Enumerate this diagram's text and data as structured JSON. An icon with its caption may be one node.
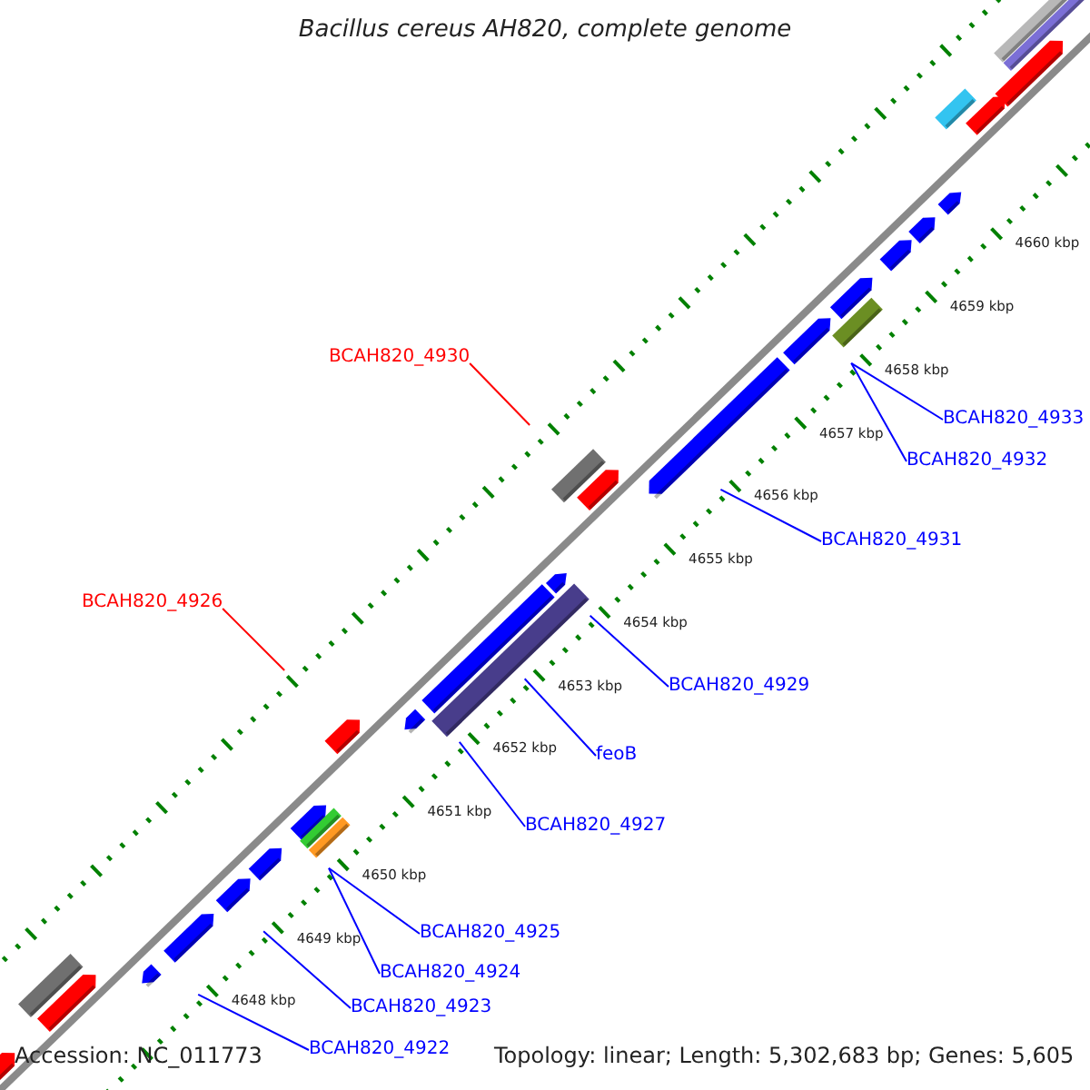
{
  "diagram": {
    "title": "Bacillus cereus AH820, complete genome",
    "nodes": [
      {
        "text": [
          "BCAH820_4930"
        ]
      },
      {
        "text": [
          "BCAH820_4933"
        ]
      },
      {
        "text": [
          "BCAH820_4932"
        ]
      },
      {
        "text": [
          "BCAH820_4931"
        ]
      },
      {
        "text": [
          "BCAH820_4926"
        ]
      },
      {
        "text": [
          "BCAH820_4929"
        ]
      },
      {
        "text": [
          "feoB"
        ]
      },
      {
        "text": [
          "BCAH820_4927"
        ]
      },
      {
        "text": [
          "BCAH820_4925"
        ]
      },
      {
        "text": [
          "BCAH820_4924"
        ]
      },
      {
        "text": [
          "BCAH820_4923"
        ]
      },
      {
        "text": [
          "BCAH820_4922"
        ]
      }
    ],
    "edges": [
      {
        "from": 0,
        "to": null,
        "arrow": "none",
        "color": "#ff0000"
      },
      {
        "from": 1,
        "to": null,
        "arrow": "none"
      },
      {
        "from": 2,
        "to": null,
        "arrow": "none"
      },
      {
        "from": 3,
        "to": null,
        "arrow": "none"
      },
      {
        "from": 4,
        "to": null,
        "arrow": "none",
        "color": "#ff0000"
      },
      {
        "from": 5,
        "to": null,
        "arrow": "none"
      },
      {
        "from": 6,
        "to": null,
        "arrow": "none"
      },
      {
        "from": 7,
        "to": null,
        "arrow": "none"
      },
      {
        "from": 8,
        "to": null,
        "arrow": "none"
      },
      {
        "from": 9,
        "to": null,
        "arrow": "none"
      },
      {
        "from": 10,
        "to": null,
        "arrow": "none"
      },
      {
        "from": 11,
        "to": null,
        "arrow": "none"
      }
    ],
    "labels": [
      "4660 kbp",
      "4659 kbp",
      "4658 kbp",
      "4657 kbp",
      "4656 kbp",
      "4655 kbp",
      "4654 kbp",
      "4653 kbp",
      "4652 kbp",
      "4651 kbp",
      "4650 kbp",
      "4649 kbp",
      "4648 kbp",
      "Accession: NC_011773",
      "Topology: linear; Length: 5,302,683 bp; Genes: 5,605"
    ]
  }
}
